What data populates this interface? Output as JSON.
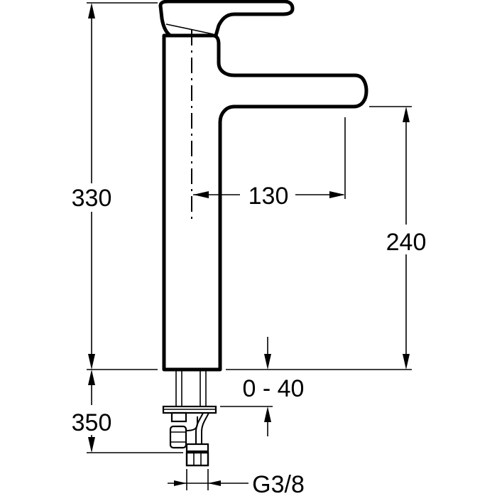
{
  "dimensions": {
    "total_height": "330",
    "spout_reach": "130",
    "spout_height": "240",
    "deck_thickness": "0 - 40",
    "hose_length": "350",
    "connection_thread": "G3/8"
  }
}
